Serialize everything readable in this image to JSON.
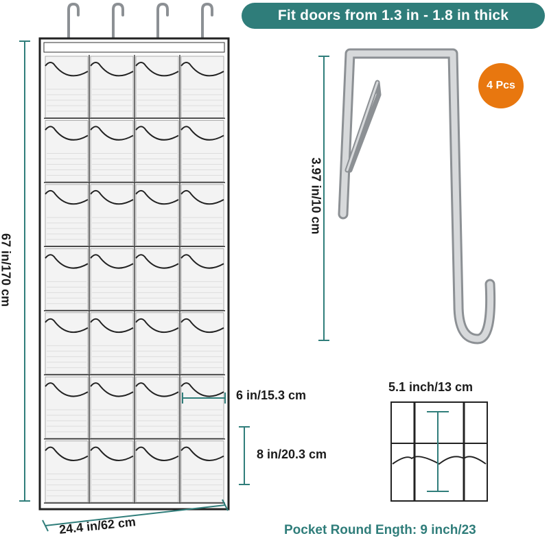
{
  "banner": {
    "text": "Fit doors from 1.3 in - 1.8 in thick"
  },
  "badge": {
    "text": "4 Pcs"
  },
  "dimensions": {
    "height": "67 in/170 cm",
    "width": "24.4 in/62 cm",
    "hook_height": "3.97 in/10 cm",
    "pocket_width": "6 in/15.3 cm",
    "pocket_height": "8 in/20.3 cm",
    "detail_width": "5.1 inch/13 cm"
  },
  "footer": {
    "text": "Pocket Round Ength: 9 inch/23"
  },
  "organizer": {
    "hooks": 4,
    "columns": 4,
    "rows": 7
  },
  "colors": {
    "accent": "#2f7d7a",
    "badge": "#e8770f",
    "trim": "#222222",
    "hook_metal": "#b9bcbf"
  },
  "icons": [
    "door-hook-icon",
    "shoe-organizer-icon"
  ]
}
